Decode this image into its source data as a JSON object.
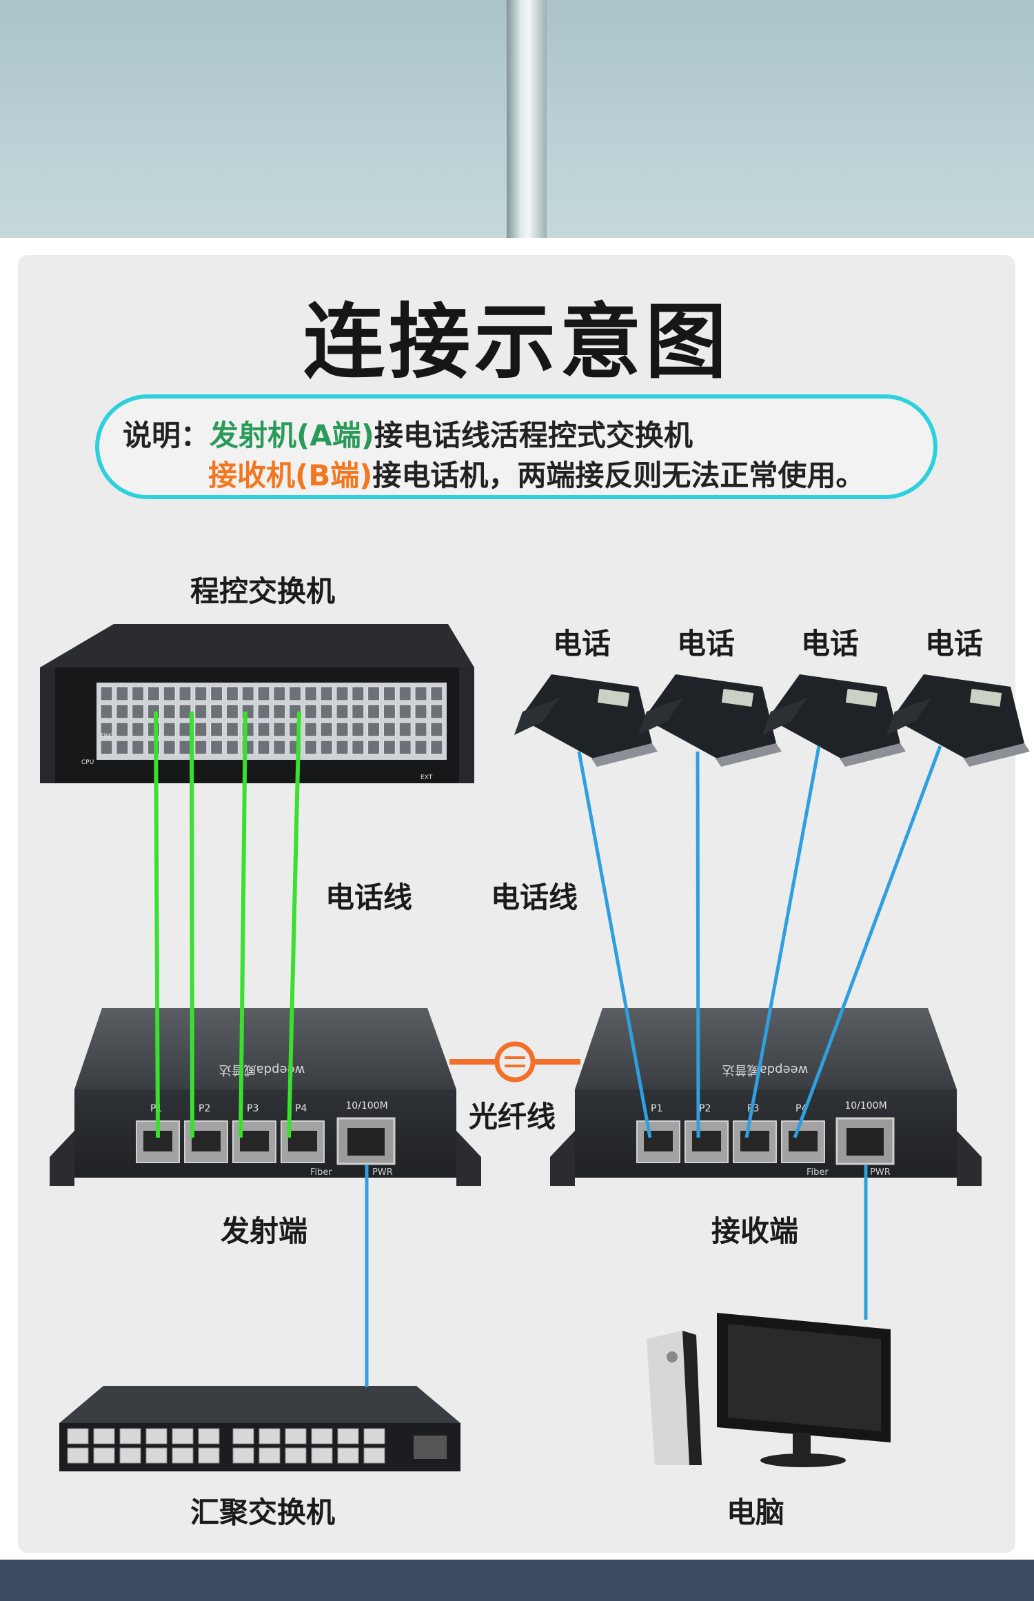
{
  "title": "连接示意图",
  "note": {
    "prefix": "说明：",
    "tx_device": "发射机(A端)",
    "tx_text": "接电话线活程控式交换机",
    "rx_device": "接收机(B端)",
    "rx_text": "接电话机，两端接反则无法正常使用。"
  },
  "labels": {
    "pbx": "程控交换机",
    "phone_1": "电话",
    "phone_2": "电话",
    "phone_3": "电话",
    "phone_4": "电话",
    "line_left": "电话线",
    "line_right": "电话线",
    "fiber": "光纤线",
    "transmitter": "发射端",
    "receiver": "接收端",
    "agg_switch": "汇聚交换机",
    "computer": "电脑"
  },
  "device_text": {
    "ports": [
      "P1",
      "P2",
      "P3",
      "P4"
    ],
    "speed": "10/100M",
    "fiber_port": "Fiber",
    "power": "PWR",
    "brand": "weepda威普达",
    "pbx_trk": "TRK",
    "pbx_ext": "EXT",
    "pbx_cpu": "CPU"
  },
  "colors": {
    "phone_line_green": "#39e02e",
    "phone_line_blue": "#2f9fe0",
    "fiber_orange": "#f2702a",
    "note_border": "#2fd0de",
    "tx_green": "#2a9a58",
    "rx_orange": "#f2771f"
  }
}
